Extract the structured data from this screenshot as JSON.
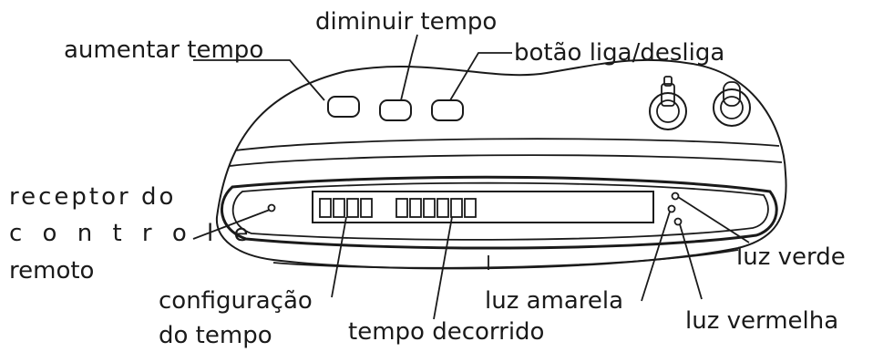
{
  "labels": {
    "aumentar_tempo": "aumentar tempo",
    "diminuir_tempo": "diminuir tempo",
    "botao_liga_desliga": "botão liga/desliga",
    "receptor_line1": "receptor do",
    "receptor_line2": "c o n t r o l e",
    "receptor_line3": "remoto",
    "configuracao_line1": "configuração",
    "configuracao_line2": "do tempo",
    "tempo_decorrido": "tempo decorrido",
    "luz_amarela": "luz amarela",
    "luz_verde": "luz verde",
    "luz_vermelha": "luz vermelha"
  }
}
